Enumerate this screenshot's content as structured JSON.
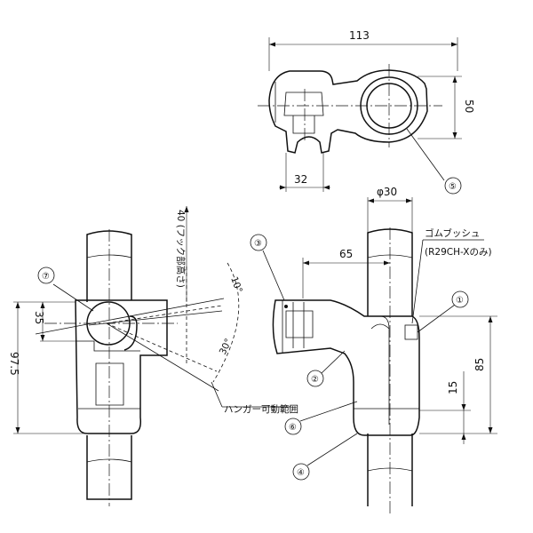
{
  "dimensions": {
    "top_width": "113",
    "top_height": "50",
    "top_clip": "32",
    "tube_dia": "φ30",
    "offset": "65",
    "hook_40": "40 (フック部高さ)",
    "angle_10": "10°",
    "angle_30": "30°",
    "height_35": "35",
    "height_97": "97.5",
    "height_85": "85",
    "height_15": "15"
  },
  "labels": {
    "rubber_bush": "ゴムブッシュ",
    "rubber_bush_note": "(R29CH-Xのみ)",
    "hanger_range": "ハンガー可動範囲"
  },
  "callouts": [
    "①",
    "②",
    "③",
    "④",
    "⑤",
    "⑥",
    "⑦"
  ]
}
